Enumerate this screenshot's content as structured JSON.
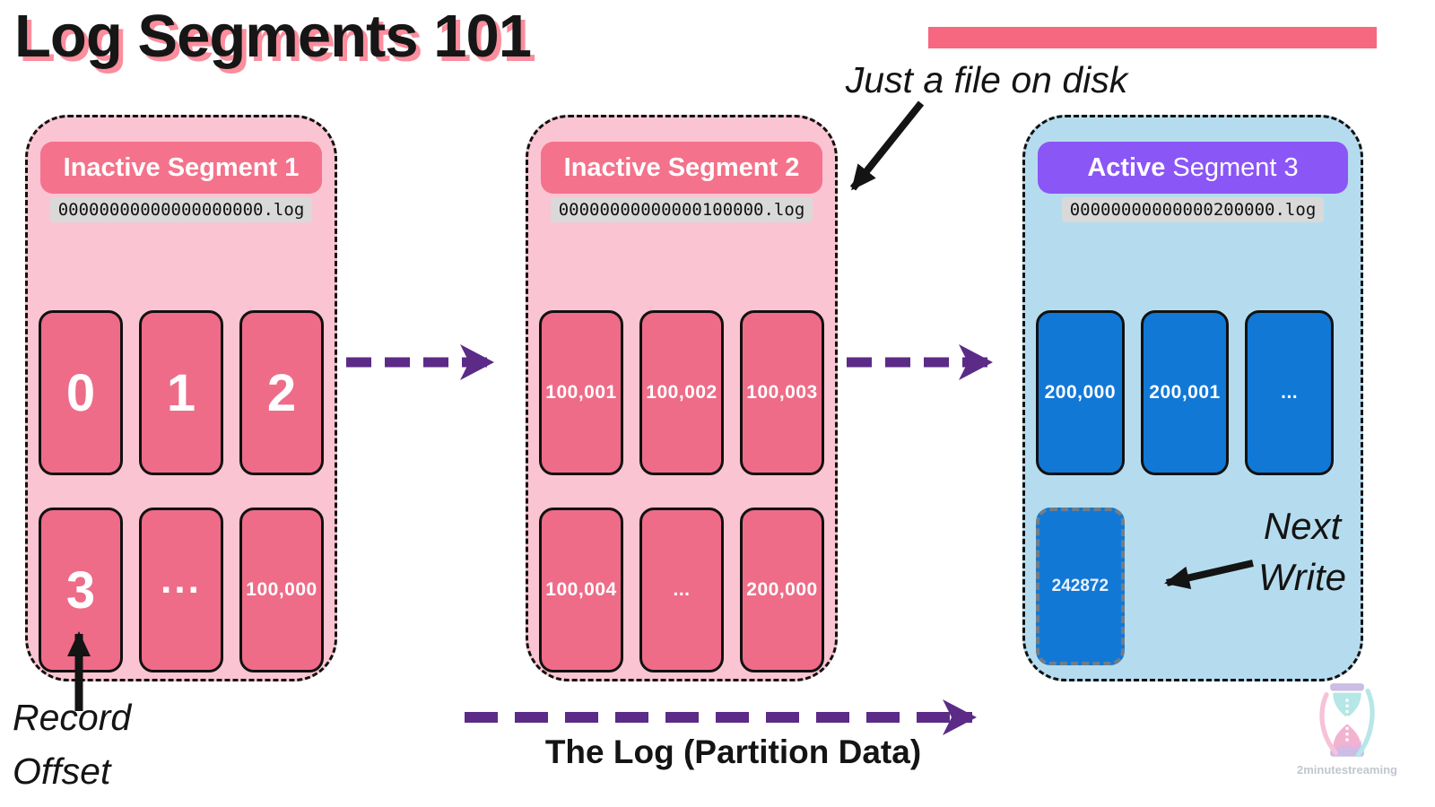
{
  "title": "Log Segments 101",
  "annotations": {
    "file_note": "Just a file on disk",
    "record_offset": [
      "Record",
      "Offset"
    ],
    "next_write": [
      "Next",
      "Write"
    ],
    "log_label": "The Log (Partition Data)"
  },
  "segments": [
    {
      "title_strong": "Inactive Segment 1",
      "title_normal": "",
      "filename": "00000000000000000000.log",
      "cells": [
        "0",
        "1",
        "2",
        "3",
        "...",
        "100,000"
      ]
    },
    {
      "title_strong": "Inactive Segment 2",
      "title_normal": "",
      "filename": "00000000000000100000.log",
      "cells": [
        "100,001",
        "100,002",
        "100,003",
        "100,004",
        "...",
        "200,000"
      ]
    },
    {
      "title_strong": "Active",
      "title_normal": " Segment 3",
      "filename": "00000000000000200000.log",
      "cells": [
        "200,000",
        "200,001",
        "..."
      ],
      "next_write_cell": "242872"
    }
  ],
  "logo": {
    "icon": "hourglass-icon",
    "text": "2minutestreaming"
  },
  "colors": {
    "accent_bar": "#f5687f",
    "title_text": "#161616",
    "title_shadow": "#fb8d9d",
    "ink": "#141414",
    "inactive_container": "#fbc4d2",
    "inactive_header": "#f4728b",
    "inactive_cell": "#ee6c88",
    "active_container": "#b5dcee",
    "active_header": "#8b56f6",
    "active_cell": "#1278d6",
    "next_cell": "#70b0e4",
    "next_cell_border": "#6f7e8a",
    "filename_bg": "#d9d9d9",
    "arrow_purple": "#5b2b87",
    "logo_text": "#c2c6ce"
  }
}
